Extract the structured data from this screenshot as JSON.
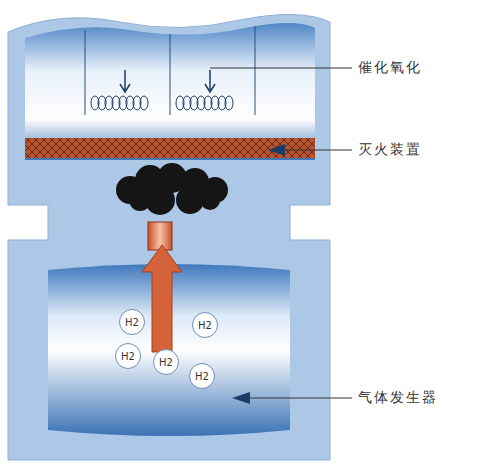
{
  "diagram": {
    "nodes": [
      {
        "text": [
          "H2"
        ]
      },
      {
        "text": [
          "H2"
        ]
      },
      {
        "text": [
          "H2"
        ]
      },
      {
        "text": [
          "H2"
        ]
      },
      {
        "text": [
          "H2"
        ]
      }
    ],
    "labels": [
      "催化氧化",
      "灭火装置",
      "气体发生器"
    ]
  }
}
